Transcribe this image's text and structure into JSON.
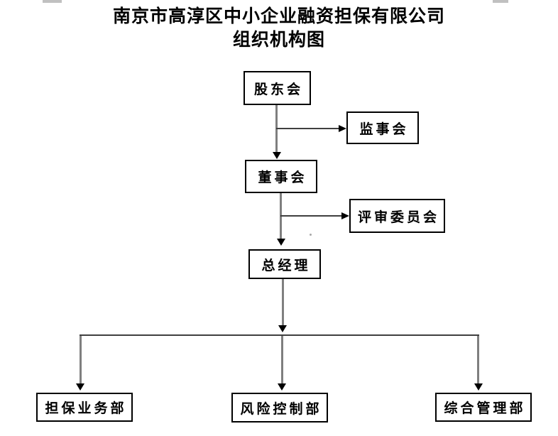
{
  "title": {
    "line1": "南京市高淳区中小企业融资担保有限公司",
    "line2": "组织机构图"
  },
  "nodes": {
    "shareholders": {
      "label": "股东会"
    },
    "supervisory": {
      "label": "监事会"
    },
    "board": {
      "label": "董事会"
    },
    "review": {
      "label": "评审委员会"
    },
    "gm": {
      "label": "总经理"
    },
    "guarantee": {
      "label": "担保业务部"
    },
    "risk": {
      "label": "风险控制部"
    },
    "admin": {
      "label": "综合管理部"
    }
  },
  "colors": {
    "background": "#ffffff",
    "text": "#000000",
    "box_border": "#000000",
    "connector_vertical": "#7f7f7f",
    "connector_horizontal": "#3f3f3f",
    "arrowhead": "#000000",
    "artifact": "#c0c0c0"
  }
}
